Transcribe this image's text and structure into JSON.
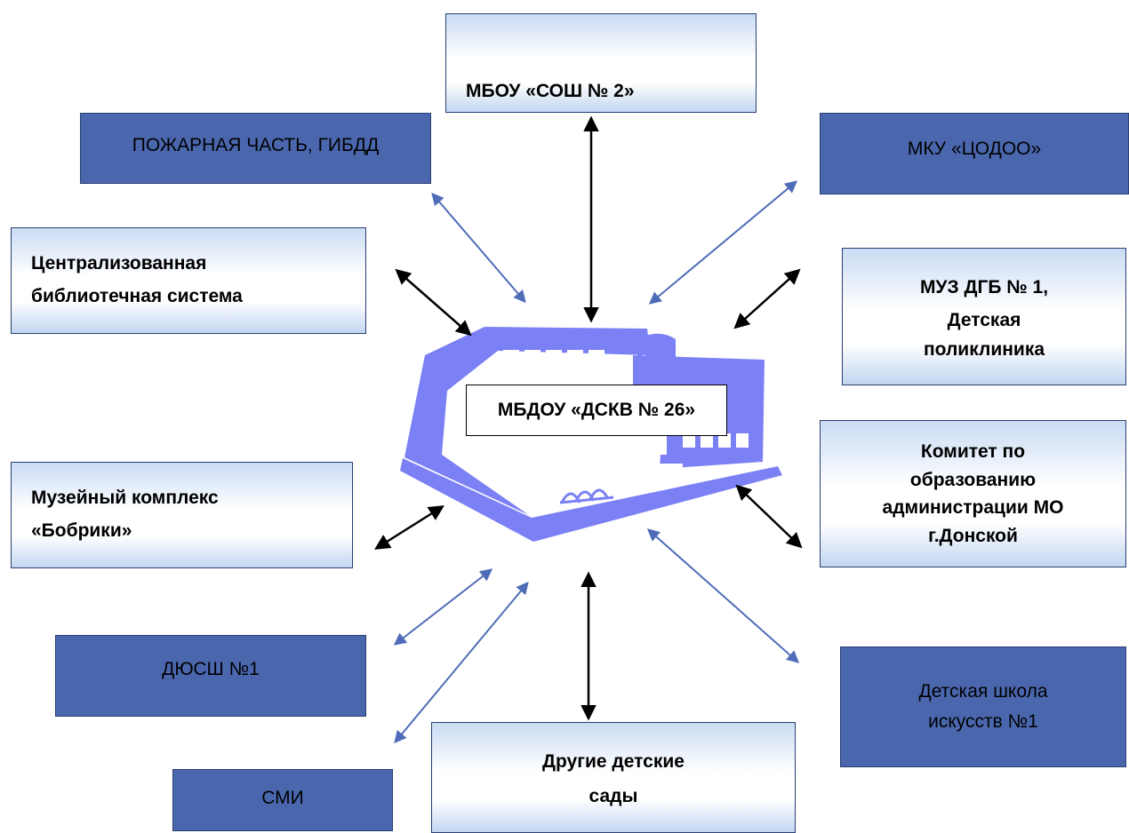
{
  "center": {
    "label": "МБДОУ «ДСКВ № 26»"
  },
  "nodes": {
    "school": {
      "lines": [
        "МБОУ «СОШ № 2»"
      ]
    },
    "fire": {
      "lines": [
        "ПОЖАРНАЯ ЧАСТЬ, ГИБДД"
      ]
    },
    "mku": {
      "lines": [
        "МКУ «ЦОДОО»"
      ]
    },
    "library": {
      "lines": [
        "Централизованная",
        "библиотечная система"
      ]
    },
    "hospital": {
      "lines": [
        "МУЗ ДГБ № 1,",
        "Детская",
        "поликлиника"
      ]
    },
    "museum": {
      "lines": [
        "Музейный комплекс",
        "«Бобрики»"
      ]
    },
    "committee": {
      "lines": [
        "Комитет по",
        "образованию",
        "администрации МО",
        "г.Донской"
      ]
    },
    "sport": {
      "lines": [
        "ДЮСШ №1"
      ]
    },
    "arts": {
      "lines": [
        "Детская  школа",
        "искусств №1"
      ]
    },
    "media": {
      "lines": [
        "СМИ"
      ]
    },
    "kindergartens": {
      "lines": [
        "Другие детские",
        "сады"
      ]
    }
  },
  "colors": {
    "dark_box": "#4a67ae",
    "building": "#7b80f5",
    "arrow_black": "#000000",
    "arrow_blue": "#4f6cb8"
  }
}
